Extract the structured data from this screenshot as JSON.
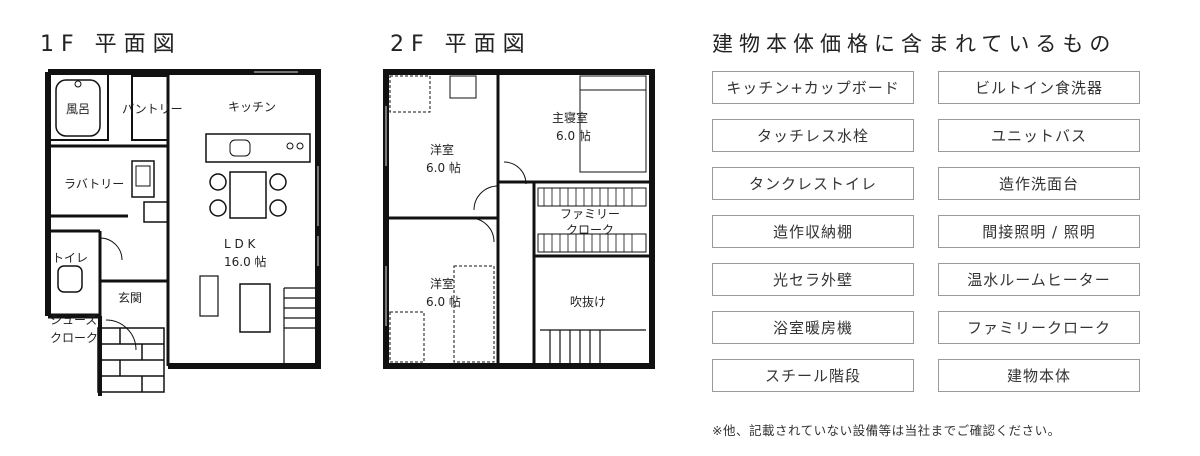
{
  "floor1": {
    "title": "1F 平面図",
    "rooms": {
      "bath": "風呂",
      "pantry": "パントリー",
      "kitchen": "キッチン",
      "lavatory": "ラバトリー",
      "toilet": "トイレ",
      "ldk": "L D K",
      "ldk_size": "16.0 帖",
      "entrance": "玄関",
      "shoes1": "シューズ",
      "shoes2": "クローク"
    }
  },
  "floor2": {
    "title": "2F 平面図",
    "rooms": {
      "western1": "洋室",
      "western1_size": "6.0 帖",
      "master": "主寝室",
      "master_size": "6.0 帖",
      "family1": "ファミリー",
      "family2": "クローク",
      "western2": "洋室",
      "western2_size": "6.0 帖",
      "void": "吹抜け"
    }
  },
  "features": {
    "title": "建物本体価格に含まれているもの",
    "items": [
      "キッチン+カップボード",
      "ビルトイン食洗器",
      "タッチレス水栓",
      "ユニットバス",
      "タンクレストイレ",
      "造作洗面台",
      "造作収納棚",
      "間接照明 / 照明",
      "光セラ外壁",
      "温水ルームヒーター",
      "浴室暖房機",
      "ファミリークローク",
      "スチール階段",
      "建物本体"
    ],
    "note": "※他、記載されていない設備等は当社までご確認ください。"
  }
}
